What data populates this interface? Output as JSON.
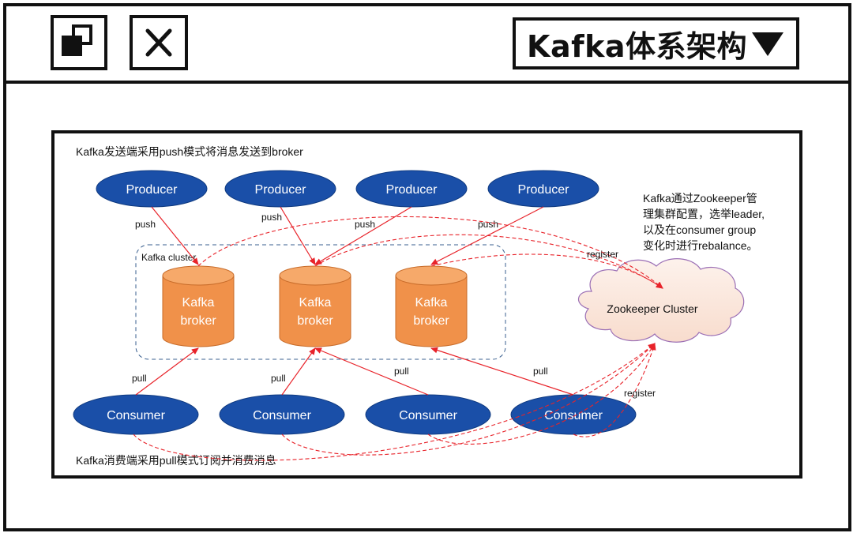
{
  "window": {
    "title": "Kafka体系架构",
    "restore_icon": "restore-window-icon",
    "close_icon": "close-icon",
    "dropdown_icon": "triangle-down-icon"
  },
  "diagram": {
    "top_caption": "Kafka发送端采用push模式将消息发送到broker",
    "bottom_caption": "Kafka消费端采用pull模式订阅并消费消息",
    "side_note": [
      "Kafka通过Zookeeper管",
      "理集群配置，选举leader,",
      "以及在consumer group",
      "变化时进行rebalance。"
    ],
    "producers": [
      "Producer",
      "Producer",
      "Producer",
      "Producer"
    ],
    "cluster_label": "Kafka cluster",
    "brokers": [
      {
        "line1": "Kafka",
        "line2": "broker"
      },
      {
        "line1": "Kafka",
        "line2": "broker"
      },
      {
        "line1": "Kafka",
        "line2": "broker"
      }
    ],
    "consumers": [
      "Consumer",
      "Consumer",
      "Consumer",
      "Consumer"
    ],
    "zookeeper": "Zookeeper Cluster",
    "push_label": "push",
    "pull_label": "pull",
    "register_label": "register",
    "colors": {
      "node_fill": "#1a4fa8",
      "broker_fill": "#f0914a",
      "arrow": "#e8232a",
      "cloud_fill": "#fbe9df",
      "cloud_stroke": "#9b6fb5",
      "cluster_border": "#3a5f8f"
    }
  }
}
